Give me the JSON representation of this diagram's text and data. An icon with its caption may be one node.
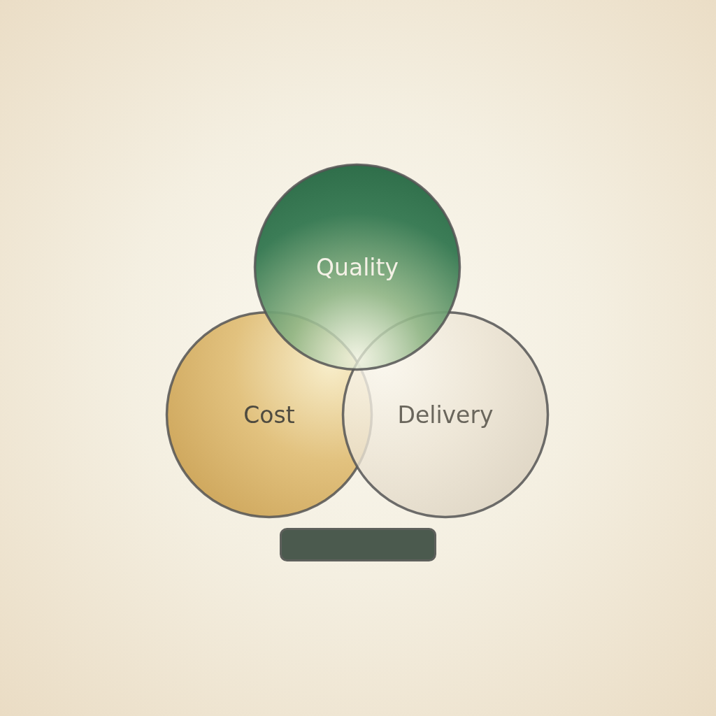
{
  "diagram": {
    "nodes": [
      {
        "text": [
          "Quality"
        ]
      },
      {
        "text": [
          "Cost"
        ]
      },
      {
        "text": [
          "Delivery"
        ]
      },
      {
        "text": [],
        "shape": "bar"
      }
    ]
  }
}
